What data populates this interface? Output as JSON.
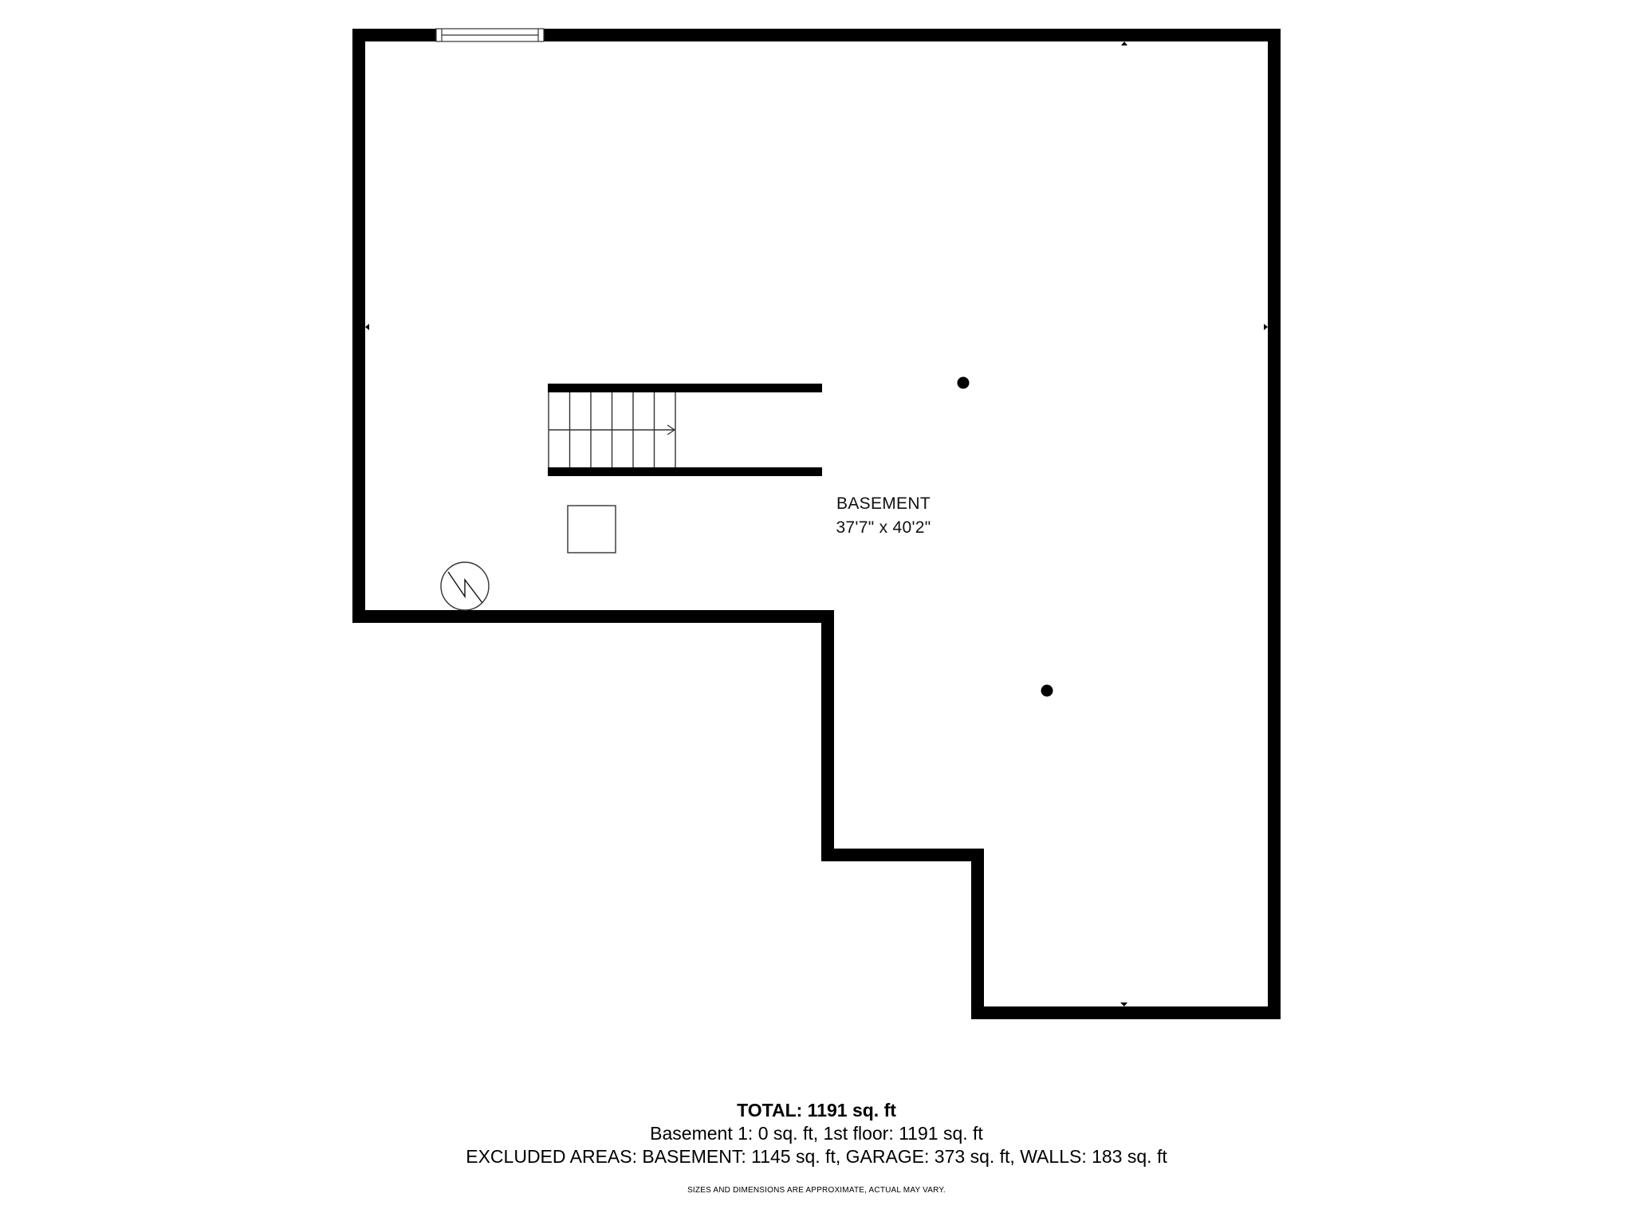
{
  "floorplan": {
    "room": {
      "name": "BASEMENT",
      "dimensions": "37'7\" x 40'2\""
    },
    "colors": {
      "wall": "#000000",
      "background": "#ffffff",
      "fixture_stroke": "#333333"
    },
    "symbols": [
      "window",
      "stairs-with-arrow",
      "square-fixture",
      "water-heater-symbol",
      "column-dot",
      "column-dot",
      "dimension-markers"
    ]
  },
  "summary": {
    "total": "TOTAL: 1191 sq. ft",
    "floors": "Basement 1: 0 sq. ft, 1st floor: 1191 sq. ft",
    "excluded": "EXCLUDED AREAS: BASEMENT: 1145 sq. ft, GARAGE: 373 sq. ft, WALLS: 183 sq. ft",
    "disclaimer": "SIZES AND DIMENSIONS ARE APPROXIMATE, ACTUAL MAY VARY."
  }
}
